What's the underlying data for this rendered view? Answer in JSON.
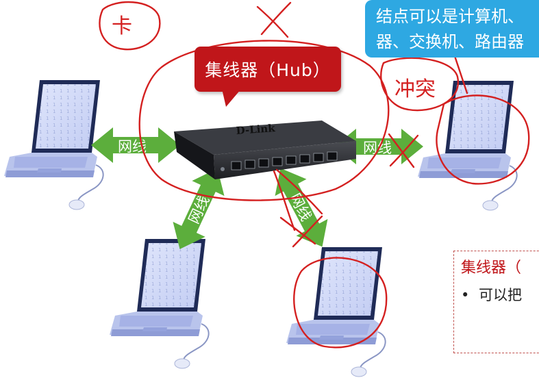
{
  "hub_label": "集线器（Hub）",
  "switch_brand": "D-Link",
  "info_line1": "结点可以是计算机、",
  "info_line2": "器、交换机、路由器",
  "cable_label": "网线",
  "annotations": {
    "top_left_note": "卡",
    "collision_note": "冲突"
  },
  "note_box": {
    "title": "集线器（",
    "bullet": "可以把"
  },
  "colors": {
    "hub_red": "#c0161a",
    "info_blue": "#2ea8e2",
    "arrow_green": "#5cae3c",
    "ink_red": "#d42020",
    "laptop_body": "#b9c4ec",
    "screen_frame": "#1f2b57"
  }
}
